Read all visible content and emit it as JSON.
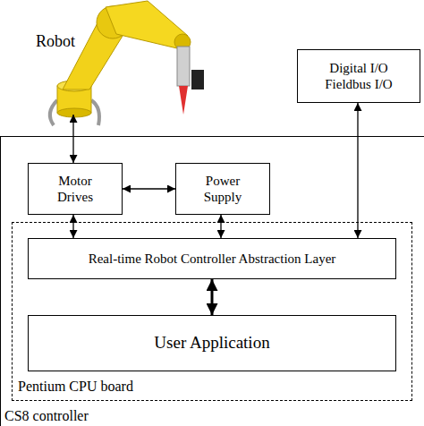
{
  "diagram": {
    "nodes": [
      {
        "text": [
          "Robot"
        ]
      },
      {
        "text": [
          "Digital I/O Fieldbus I/O"
        ]
      },
      {
        "text": [
          "CS8 controller"
        ]
      },
      {
        "text": [
          "Motor Drives"
        ],
        "in": 2
      },
      {
        "text": [
          "Power Supply"
        ],
        "in": 2
      },
      {
        "text": [
          "Pentium CPU board"
        ],
        "in": 2
      },
      {
        "text": [
          "Real-time Robot Controller Abstraction Layer"
        ],
        "in": 5
      },
      {
        "text": [
          "User Application"
        ],
        "in": 5
      }
    ],
    "edges": [
      {
        "from": 0,
        "to": 3,
        "arrow": "both"
      },
      {
        "from": 3,
        "to": 4,
        "arrow": "both"
      },
      {
        "from": 3,
        "to": 6,
        "arrow": "both"
      },
      {
        "from": 4,
        "to": 6,
        "arrow": "both"
      },
      {
        "from": 1,
        "to": 6,
        "arrow": "both"
      },
      {
        "from": 6,
        "to": 7,
        "arrow": "both"
      }
    ]
  }
}
